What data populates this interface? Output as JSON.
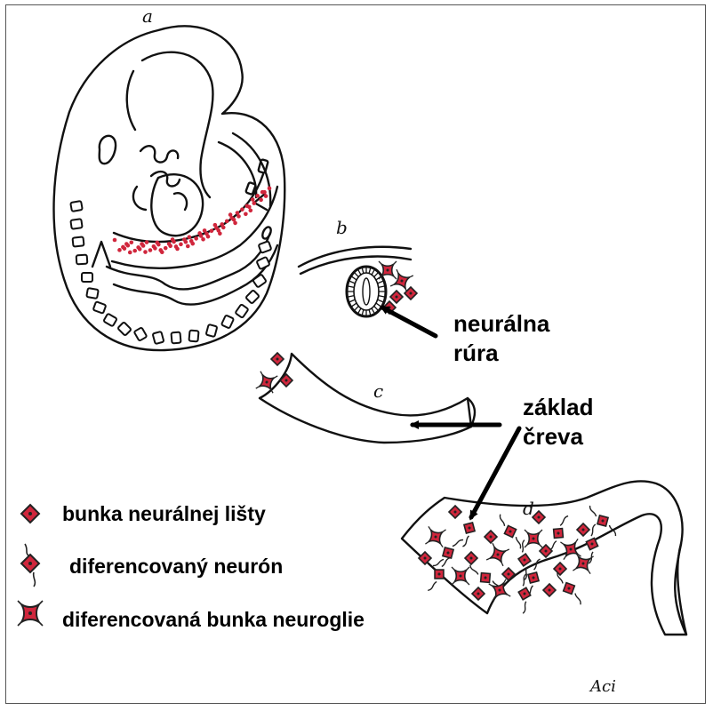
{
  "panels": {
    "a": "a",
    "b": "b",
    "c": "c",
    "d": "d"
  },
  "callouts": {
    "neural_tube": {
      "line1": "neurálna",
      "line2": "rúra"
    },
    "gut": {
      "line1": "základ",
      "line2": "čreva"
    }
  },
  "legend": [
    {
      "label": "bunka neurálnej lišty",
      "icon": "neural-crest-cell-icon"
    },
    {
      "label": "diferencovaný neurón",
      "icon": "differentiated-neuron-icon"
    },
    {
      "label": "diferencovaná bunka neuroglie",
      "icon": "neuroglia-cell-icon"
    }
  ],
  "signature": "Aci",
  "colors": {
    "cell": "#d0263c",
    "cell_outline": "#222222",
    "ink": "#111111",
    "background": "#ffffff"
  }
}
